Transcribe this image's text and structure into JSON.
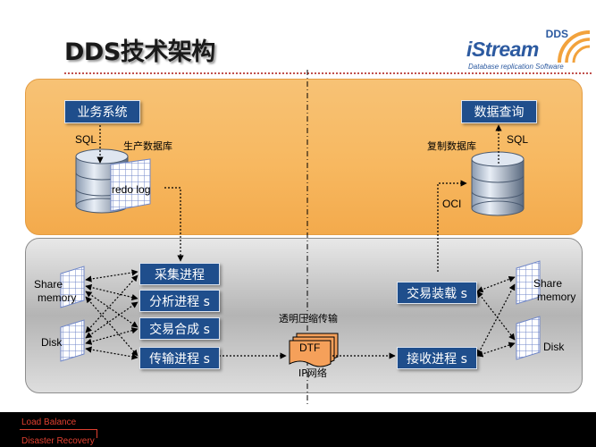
{
  "title": "DDS技术架构",
  "logo": {
    "top": "DDS",
    "main": "iStream",
    "subtitle": "Database replication Software"
  },
  "top_panel": {
    "source_app": "业务系统",
    "query_app": "数据查询",
    "sql_left": "SQL",
    "sql_right": "SQL",
    "prod_db": "生产数据库",
    "replica_db": "复制数据库",
    "redo_log": "redo log",
    "oci": "OCI"
  },
  "bottom_panel": {
    "share_memory_left": [
      "Share",
      "memory"
    ],
    "disk_left": "Disk",
    "share_memory_right": [
      "Share",
      "memory"
    ],
    "disk_right": "Disk",
    "processes_left": [
      "采集进程",
      "分析进程 s",
      "交易合成 s",
      "传输进程 s"
    ],
    "processes_right": [
      "交易装载 s",
      "接收进程 s"
    ],
    "transfer_label": "透明压缩传输",
    "dtf": "DTF",
    "network": "IP网络"
  },
  "footer": {
    "line1": "Load Balance",
    "line2": "Disaster Recovery"
  },
  "colors": {
    "process_box": "#1f4e8c",
    "top_panel": "#f7b860",
    "bottom_panel": "#c4c4c4",
    "accent": "#e04030"
  }
}
